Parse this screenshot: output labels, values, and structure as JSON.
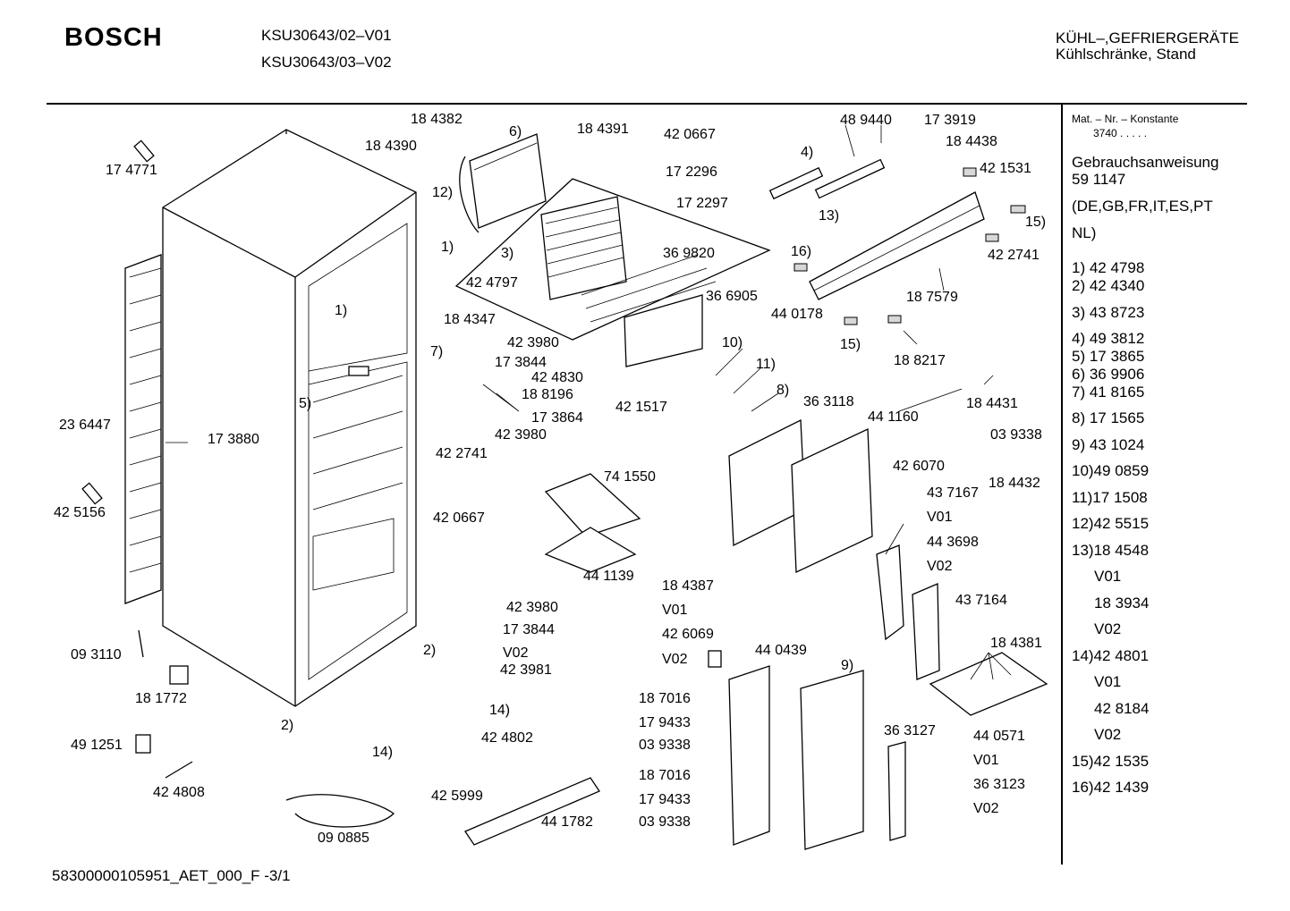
{
  "header": {
    "brand": "BOSCH",
    "models": [
      "KSU30643/02–V01",
      "KSU30643/03–V02"
    ],
    "category_line1": "KÜHL–,GEFRIERGERÄTE",
    "category_line2": "Kühlschränke, Stand"
  },
  "sidebar": {
    "const_label": "Mat. – Nr. – Konstante",
    "const_value": "3740  .  .  .  .  .",
    "manual_title": "Gebrauchsanweisung",
    "manual_number": "59 1147",
    "languages_1": "(DE,GB,FR,IT,ES,PT",
    "languages_2": "NL)",
    "entries": [
      "1) 42 4798",
      "2) 42 4340",
      "3) 43 8723",
      "4) 49 3812",
      "5) 17 3865",
      "6) 36 9906",
      "7) 41 8165",
      "8) 17 1565",
      "9) 43 1024",
      "10)49 0859",
      "11)17 1508",
      "12)42 5515",
      "13)18 4548",
      "V01",
      "18 3934",
      "V02",
      "14)42 4801",
      "V01",
      "42 8184",
      "V02",
      "15)42 1535",
      "16)42 1439"
    ]
  },
  "labels": [
    "18 4382",
    "6)",
    "18 4391",
    "42 0667",
    "48 9440",
    "17 3919",
    "18 4438",
    "17 4771",
    "18 4390",
    "4)",
    "42 1531",
    "17 2296",
    "12)",
    "17 2297",
    "13)",
    "15)",
    "1)",
    "3)",
    "36 9820",
    "16)",
    "42 2741",
    "42 4797",
    "1)",
    "36 6905",
    "18 7579",
    "18 4347",
    "44 0178",
    "15)",
    "7)",
    "42 3980",
    "10)",
    "18 8217",
    "17 3844",
    "11)",
    "42 4830",
    "8)",
    "36 3118",
    "18 8196",
    "18 4431",
    "42 1517",
    "44 1160",
    "5)",
    "17 3864",
    "03 9338",
    "23 6447",
    "17 3880",
    "42 3980",
    "42 2741",
    "42 6070",
    "18 4432",
    "74 1550",
    "43 7167",
    "42 5156",
    "42 0667",
    "V01",
    "44 3698",
    "V02",
    "44 1139",
    "18 4387",
    "43 7164",
    "42 3980",
    "V01",
    "17 3844",
    "18 4381",
    "42 6069",
    "44 0439",
    "09 3110",
    "2)",
    "V02",
    "V02",
    "42 3981",
    "9)",
    "18 1772",
    "14)",
    "18 7016",
    "2)",
    "17 9433",
    "42 4802",
    "36 3127",
    "44 0571",
    "49 1251",
    "14)",
    "03 9338",
    "V01",
    "18 7016",
    "42 4808",
    "36 3123",
    "42 5999",
    "17 9433",
    "44 1782",
    "V02",
    "03 9338",
    "09 0885"
  ],
  "footer": {
    "doc_id": "58300000105951_AET_000_F  -3/1"
  }
}
